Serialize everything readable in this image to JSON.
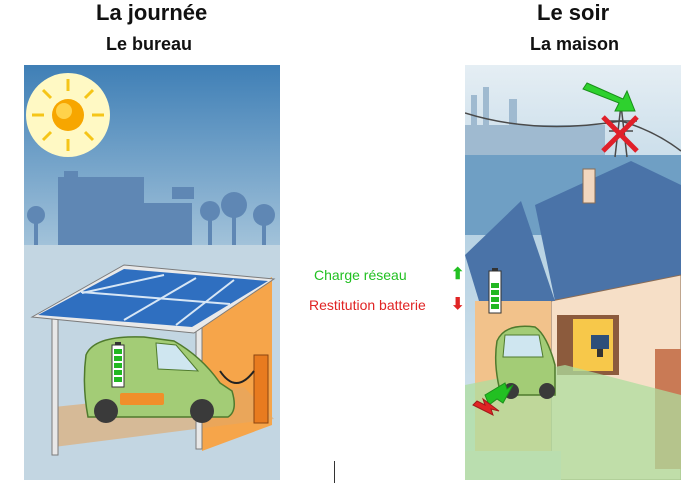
{
  "day": {
    "title": "La journée",
    "subtitle": "Le bureau"
  },
  "evening": {
    "title": "Le soir",
    "subtitle": "La maison"
  },
  "legend": {
    "grid_charge": "Charge réseau",
    "battery_return": "Restitution batterie",
    "grid_charge_color": "#22c022",
    "battery_return_color": "#e02424",
    "up_arrow": "⬆",
    "down_arrow": "⬇"
  },
  "icons": [
    "sun-icon",
    "solar-panel-roof",
    "electric-car",
    "battery-icon",
    "charging-station",
    "power-pylon",
    "cross-icon",
    "house",
    "computer-monitor"
  ]
}
